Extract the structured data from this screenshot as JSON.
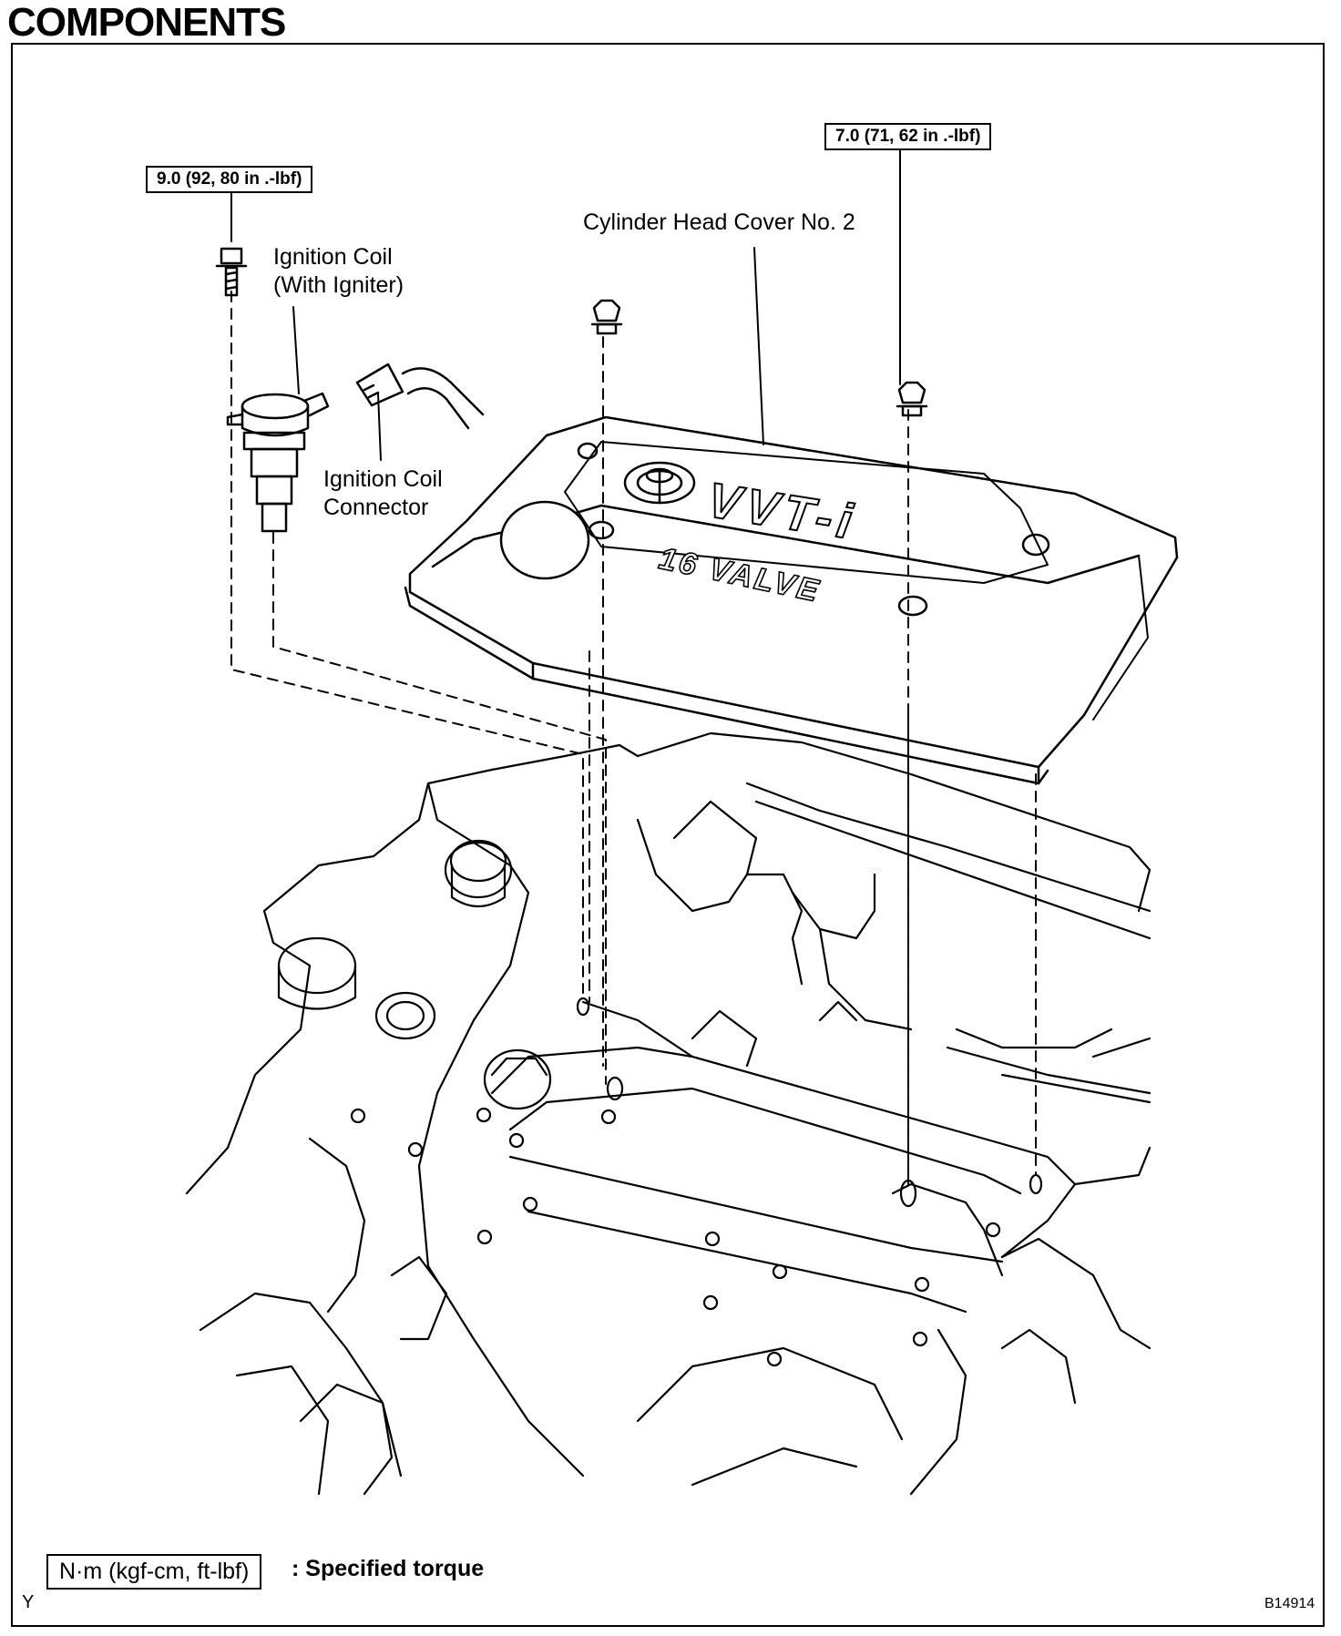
{
  "page": {
    "heading": "COMPONENTS",
    "figure_id": "B14914",
    "corner_mark": "Y"
  },
  "torque_specs": {
    "ignition_coil_bolt": "9.0 (92, 80 in .-lbf)",
    "head_cover_nut": "7.0 (71, 62 in .-lbf)"
  },
  "labels": {
    "cylinder_head_cover": "Cylinder Head Cover No. 2",
    "ignition_coil_line1": "Ignition Coil",
    "ignition_coil_line2": "(With Igniter)",
    "coil_connector_line1": "Ignition Coil",
    "coil_connector_line2": "Connector"
  },
  "cover_markings": {
    "logo": "VVT-i",
    "sub": "16 VALVE"
  },
  "legend": {
    "unit": "N·m (kgf-cm, ft-lbf)",
    "meaning": ": Specified torque"
  },
  "icons": [
    "bolt-icon",
    "nut-icon",
    "ignition-coil-icon",
    "connector-icon",
    "toyota-logo-icon"
  ]
}
